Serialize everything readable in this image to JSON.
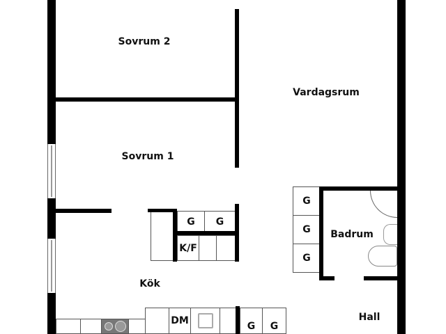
{
  "rooms": {
    "sovrum2": "Sovrum 2",
    "sovrum1": "Sovrum 1",
    "vardagsrum": "Vardagsrum",
    "badrum": "Badrum",
    "kok": "Kök",
    "hall": "Hall"
  },
  "fixtures": {
    "wardrobe": "G",
    "fridge_freezer": "K/F",
    "dishwasher": "DM"
  }
}
